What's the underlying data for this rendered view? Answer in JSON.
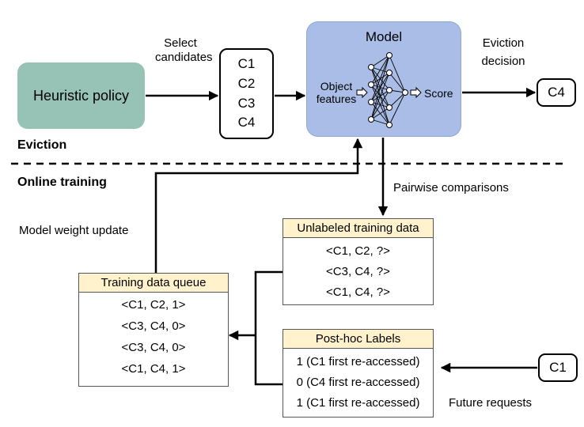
{
  "heuristic_label": "Heuristic policy",
  "select_candidates": [
    "Select",
    "candidates"
  ],
  "candidates": [
    "C1",
    "C2",
    "C3",
    "C4"
  ],
  "model": {
    "title": "Model",
    "input_label": [
      "Object",
      "features"
    ],
    "output_label": "Score"
  },
  "eviction_decision": [
    "Eviction",
    "decision"
  ],
  "evicted": "C4",
  "section_eviction": "Eviction",
  "section_training": "Online training",
  "pairwise_label": "Pairwise comparisons",
  "weight_update_label": "Model weight update",
  "unlabeled": {
    "title": "Unlabeled training data",
    "rows": [
      "<C1, C2, ?>",
      "<C3, C4, ?>",
      "<C1, C4, ?>"
    ]
  },
  "queue": {
    "title": "Training data queue",
    "rows": [
      "<C1, C2, 1>",
      "<C3, C4, 0>",
      "<C3, C4, 0>",
      "<C1, C4, 1>"
    ]
  },
  "posthoc": {
    "title": "Post-hoc Labels",
    "rows": [
      "1 (C1 first re-accessed)",
      "0 (C4 first re-accessed)",
      "1 (C1 first re-accessed)"
    ]
  },
  "future": "C1",
  "future_label": "Future requests"
}
